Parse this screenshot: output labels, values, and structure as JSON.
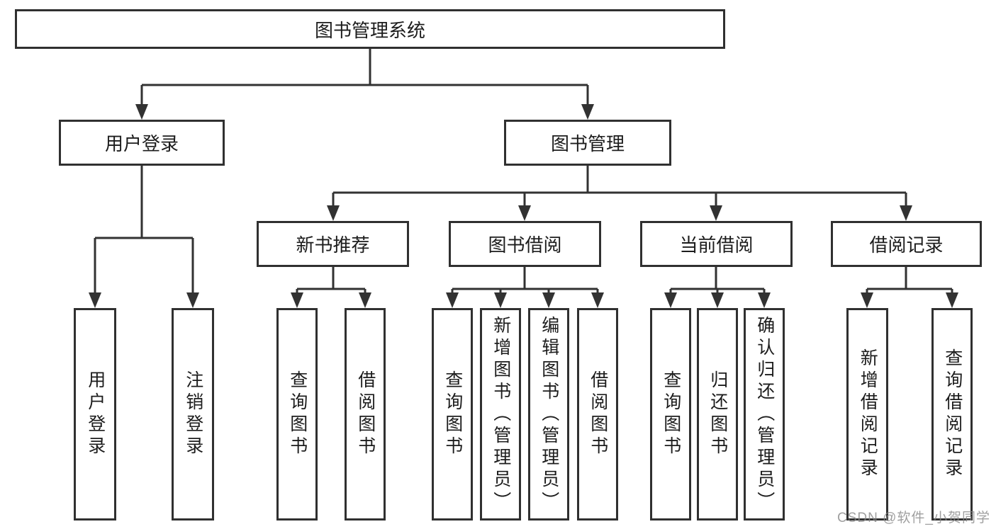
{
  "tree": {
    "root": {
      "label": "图书管理系统"
    },
    "branches": [
      {
        "label": "用户登录",
        "children": [
          {
            "label": "用户登录"
          },
          {
            "label": "注销登录"
          }
        ]
      },
      {
        "label": "图书管理",
        "children": [
          {
            "label": "新书推荐",
            "children": [
              {
                "label": "查询图书"
              },
              {
                "label": "借阅图书"
              }
            ]
          },
          {
            "label": "图书借阅",
            "children": [
              {
                "label": "查询图书"
              },
              {
                "label": "新增图书（管理员）"
              },
              {
                "label": "编辑图书（管理员）"
              },
              {
                "label": "借阅图书"
              }
            ]
          },
          {
            "label": "当前借阅",
            "children": [
              {
                "label": "查询图书"
              },
              {
                "label": "归还图书"
              },
              {
                "label": "确认归还（管理员）"
              }
            ]
          },
          {
            "label": "借阅记录",
            "children": [
              {
                "label": "新增借阅记录"
              },
              {
                "label": "查询借阅记录"
              }
            ]
          }
        ]
      }
    ]
  },
  "watermark": {
    "text": "CSDN @软件_小贺同学"
  },
  "colors": {
    "line": "#323232",
    "box_border": "#303030",
    "text": "#1c1c1c",
    "watermark": "#878787",
    "background": "#ffffff"
  }
}
